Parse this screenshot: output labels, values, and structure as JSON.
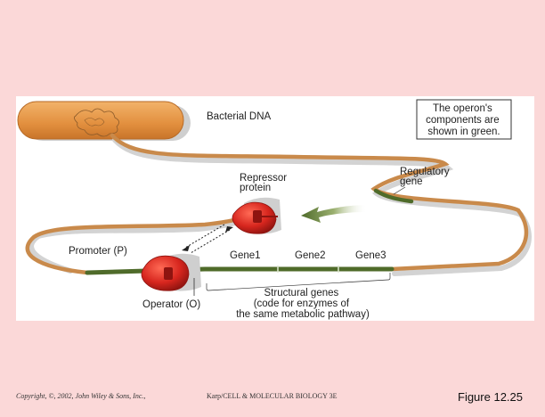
{
  "diagram": {
    "labels": {
      "bacterial_dna": "Bacterial DNA",
      "operon_note": [
        "The operon's",
        "components are",
        "shown in green."
      ],
      "regulatory_gene": [
        "Regulatory",
        "gene"
      ],
      "repressor_protein": [
        "Repressor",
        "protein"
      ],
      "promoter": "Promoter (P)",
      "operator": "Operator (O)",
      "gene1": "Gene1",
      "gene2": "Gene2",
      "gene3": "Gene3",
      "structural_genes": [
        "Structural genes",
        "(code for enzymes of",
        "the same metabolic pathway)"
      ]
    },
    "colors": {
      "background": "#fbd8d8",
      "panel": "#ffffff",
      "dna_strand": "#c98a4b",
      "operon_green": "#4f6b2a",
      "repressor_red": "#d7261e",
      "cell_orange": "#e59a4a"
    }
  },
  "footer": {
    "copyright": "Copyright, ©, 2002, John Wiley & Sons, Inc.,",
    "course": "Karp/CELL & MOLECULAR BIOLOGY 3E",
    "figure": "Figure 12.25"
  }
}
